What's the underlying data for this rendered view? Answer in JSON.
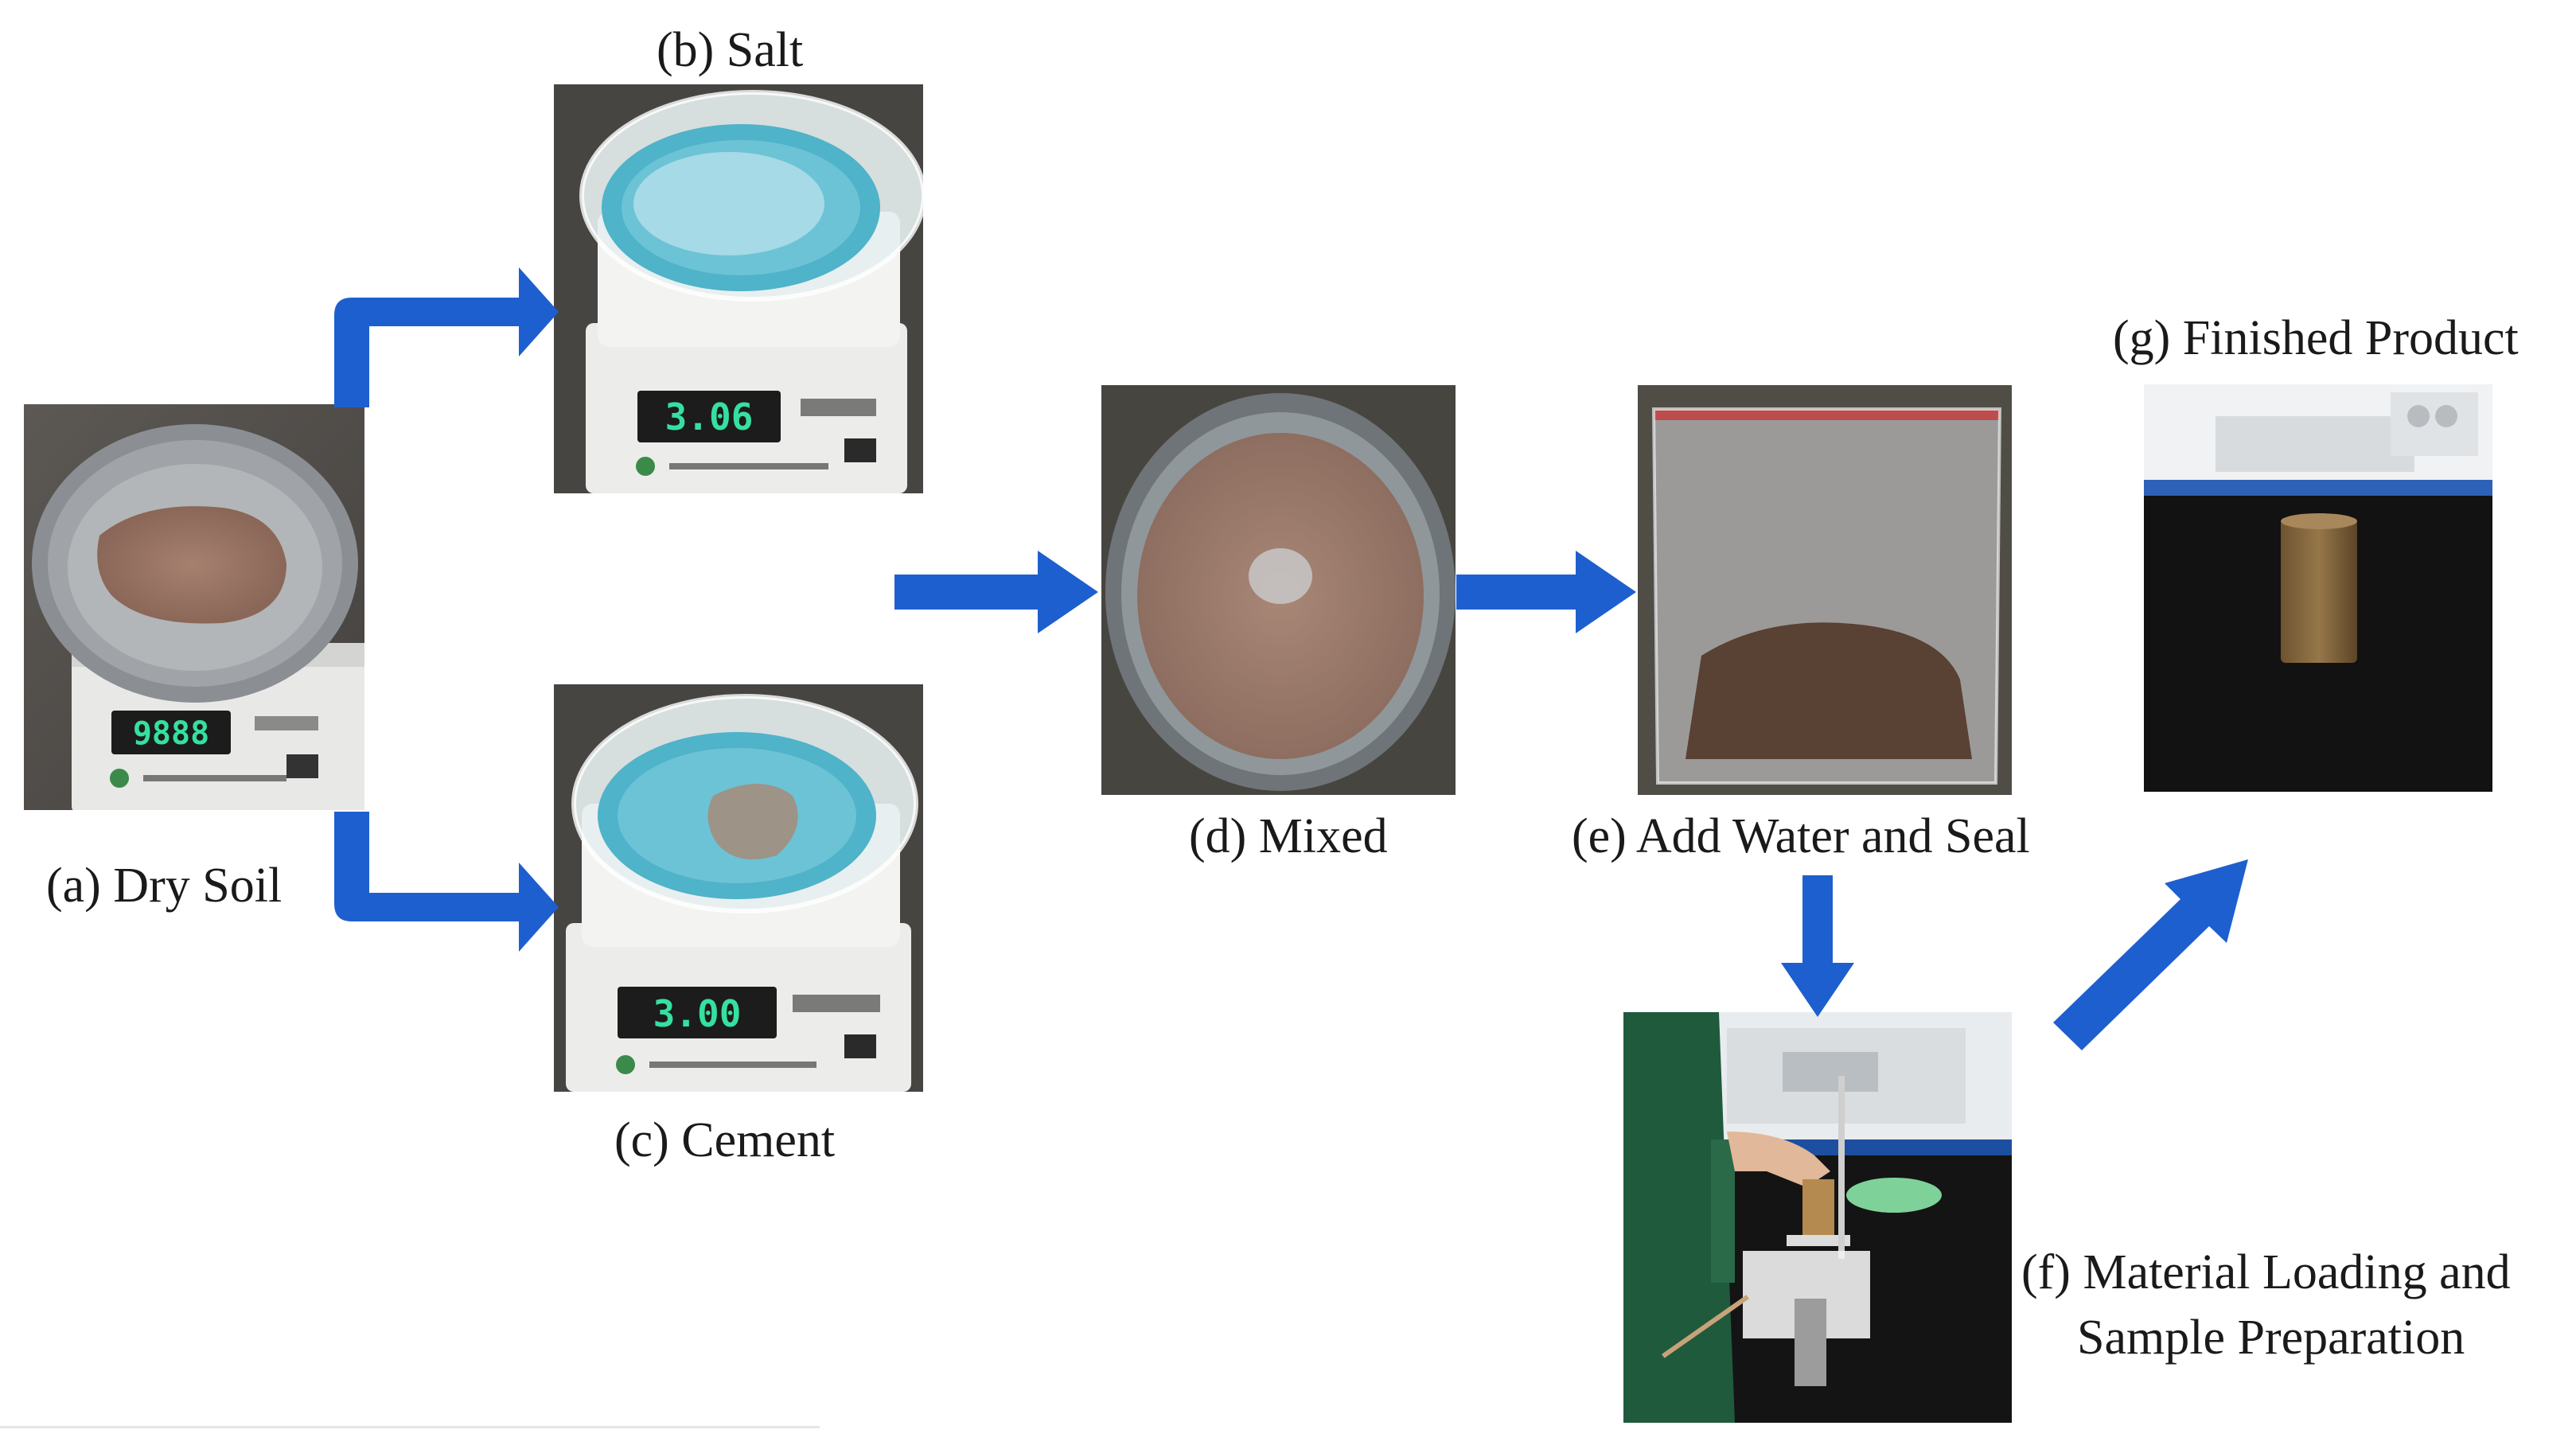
{
  "steps": {
    "a": {
      "label": "(a) Dry Soil",
      "scale_reading": "9888"
    },
    "b": {
      "label": "(b) Salt",
      "scale_reading": "3.06"
    },
    "c": {
      "label": "(c) Cement",
      "scale_reading": "3.00"
    },
    "d": {
      "label": "(d) Mixed"
    },
    "e": {
      "label": "(e) Add Water and Seal"
    },
    "f": {
      "label_line1": "(f) Material Loading and",
      "label_line2": "Sample Preparation"
    },
    "g": {
      "label": "(g) Finished Product"
    }
  },
  "colors": {
    "arrow": "#1e5fcf",
    "soil": "#9a7565",
    "scale_body": "#ececea",
    "display_bg": "#1c1c1c",
    "display_digits": "#35e0a0",
    "dish_blue": "#4fb3c9",
    "bench_black": "#111111",
    "background_dark": "#4a4a4a"
  }
}
